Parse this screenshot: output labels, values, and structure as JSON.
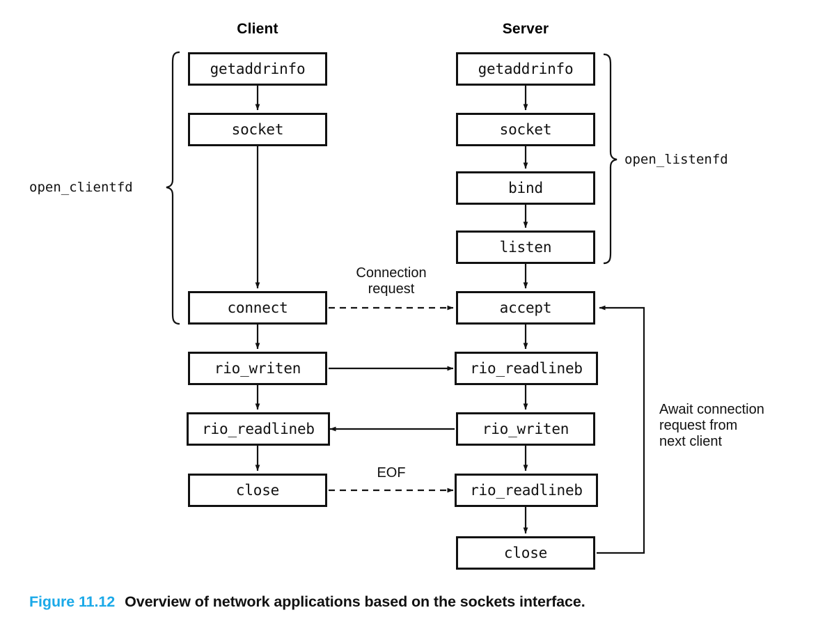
{
  "figure": {
    "number_label": "Figure 11.12",
    "caption_text": "Overview of network applications based on the sockets interface.",
    "accent_color": "#1BA9E8"
  },
  "columns": {
    "client_header": "Client",
    "server_header": "Server"
  },
  "client_nodes": [
    {
      "id": "client-getaddrinfo",
      "label": "getaddrinfo"
    },
    {
      "id": "client-socket",
      "label": "socket"
    },
    {
      "id": "client-connect",
      "label": "connect"
    },
    {
      "id": "client-rio-writen",
      "label": "rio_writen"
    },
    {
      "id": "client-rio-readlineb",
      "label": "rio_readlineb"
    },
    {
      "id": "client-close",
      "label": "close"
    }
  ],
  "server_nodes": [
    {
      "id": "server-getaddrinfo",
      "label": "getaddrinfo"
    },
    {
      "id": "server-socket",
      "label": "socket"
    },
    {
      "id": "server-bind",
      "label": "bind"
    },
    {
      "id": "server-listen",
      "label": "listen"
    },
    {
      "id": "server-accept",
      "label": "accept"
    },
    {
      "id": "server-rio-readlineb-1",
      "label": "rio_readlineb"
    },
    {
      "id": "server-rio-writen",
      "label": "rio_writen"
    },
    {
      "id": "server-rio-readlineb-2",
      "label": "rio_readlineb"
    },
    {
      "id": "server-close",
      "label": "close"
    }
  ],
  "brace_labels": {
    "client_helper": "open_clientfd",
    "server_helper": "open_listenfd"
  },
  "edge_labels": {
    "connection_request": "Connection\nrequest",
    "eof": "EOF",
    "await_connection": "Await connection\nrequest from\nnext client"
  },
  "chart_data": {
    "type": "diagram",
    "title": "Overview of network applications based on the sockets interface.",
    "nodes": [
      {
        "id": "client-getaddrinfo",
        "column": "Client",
        "label": "getaddrinfo",
        "order": 1
      },
      {
        "id": "client-socket",
        "column": "Client",
        "label": "socket",
        "order": 2
      },
      {
        "id": "client-connect",
        "column": "Client",
        "label": "connect",
        "order": 3
      },
      {
        "id": "client-rio-writen",
        "column": "Client",
        "label": "rio_writen",
        "order": 4
      },
      {
        "id": "client-rio-readlineb",
        "column": "Client",
        "label": "rio_readlineb",
        "order": 5
      },
      {
        "id": "client-close",
        "column": "Client",
        "label": "close",
        "order": 6
      },
      {
        "id": "server-getaddrinfo",
        "column": "Server",
        "label": "getaddrinfo",
        "order": 1
      },
      {
        "id": "server-socket",
        "column": "Server",
        "label": "socket",
        "order": 2
      },
      {
        "id": "server-bind",
        "column": "Server",
        "label": "bind",
        "order": 3
      },
      {
        "id": "server-listen",
        "column": "Server",
        "label": "listen",
        "order": 4
      },
      {
        "id": "server-accept",
        "column": "Server",
        "label": "accept",
        "order": 5
      },
      {
        "id": "server-rio-readlineb-1",
        "column": "Server",
        "label": "rio_readlineb",
        "order": 6
      },
      {
        "id": "server-rio-writen",
        "column": "Server",
        "label": "rio_writen",
        "order": 7
      },
      {
        "id": "server-rio-readlineb-2",
        "column": "Server",
        "label": "rio_readlineb",
        "order": 8
      },
      {
        "id": "server-close",
        "column": "Server",
        "label": "close",
        "order": 9
      }
    ],
    "edges": [
      {
        "from": "client-getaddrinfo",
        "to": "client-socket",
        "style": "solid",
        "label": ""
      },
      {
        "from": "client-socket",
        "to": "client-connect",
        "style": "solid",
        "label": ""
      },
      {
        "from": "client-connect",
        "to": "client-rio-writen",
        "style": "solid",
        "label": ""
      },
      {
        "from": "client-rio-writen",
        "to": "client-rio-readlineb",
        "style": "solid",
        "label": ""
      },
      {
        "from": "client-rio-readlineb",
        "to": "client-close",
        "style": "solid",
        "label": ""
      },
      {
        "from": "server-getaddrinfo",
        "to": "server-socket",
        "style": "solid",
        "label": ""
      },
      {
        "from": "server-socket",
        "to": "server-bind",
        "style": "solid",
        "label": ""
      },
      {
        "from": "server-bind",
        "to": "server-listen",
        "style": "solid",
        "label": ""
      },
      {
        "from": "server-listen",
        "to": "server-accept",
        "style": "solid",
        "label": ""
      },
      {
        "from": "server-accept",
        "to": "server-rio-readlineb-1",
        "style": "solid",
        "label": ""
      },
      {
        "from": "server-rio-readlineb-1",
        "to": "server-rio-writen",
        "style": "solid",
        "label": ""
      },
      {
        "from": "server-rio-writen",
        "to": "server-rio-readlineb-2",
        "style": "solid",
        "label": ""
      },
      {
        "from": "server-rio-readlineb-2",
        "to": "server-close",
        "style": "solid",
        "label": ""
      },
      {
        "from": "client-connect",
        "to": "server-accept",
        "style": "dashed",
        "label": "Connection request"
      },
      {
        "from": "client-rio-writen",
        "to": "server-rio-readlineb-1",
        "style": "solid",
        "label": ""
      },
      {
        "from": "server-rio-writen",
        "to": "client-rio-readlineb",
        "style": "solid",
        "label": ""
      },
      {
        "from": "client-close",
        "to": "server-rio-readlineb-2",
        "style": "dashed",
        "label": "EOF"
      },
      {
        "from": "server-close",
        "to": "server-accept",
        "style": "solid",
        "label": "Await connection request from next client"
      }
    ],
    "groups": [
      {
        "label": "open_clientfd",
        "column": "Client",
        "members": [
          "client-getaddrinfo",
          "client-socket",
          "client-connect"
        ]
      },
      {
        "label": "open_listenfd",
        "column": "Server",
        "members": [
          "server-getaddrinfo",
          "server-socket",
          "server-bind",
          "server-listen"
        ]
      }
    ]
  }
}
